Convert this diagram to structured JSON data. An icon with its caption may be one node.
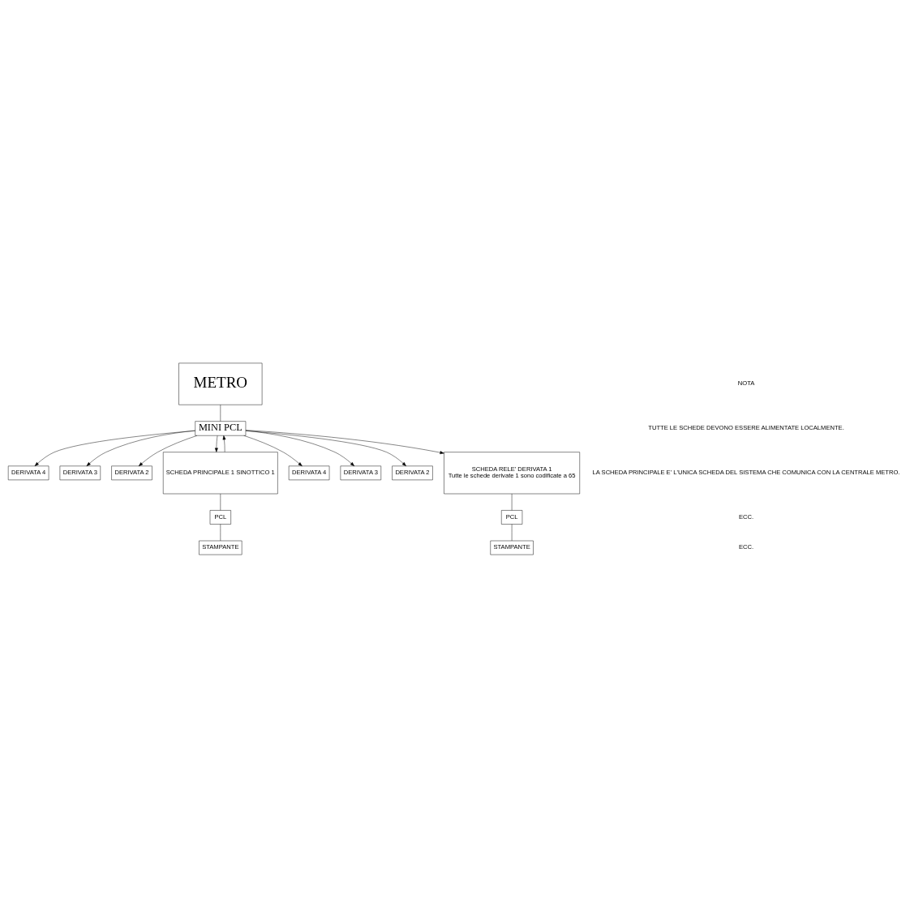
{
  "diagram": {
    "nodes": [
      {
        "text": [
          "METRO"
        ]
      },
      {
        "text": [
          "MINI PCL"
        ]
      },
      {
        "text": [
          "DERIVATA 4"
        ]
      },
      {
        "text": [
          "DERIVATA 3"
        ]
      },
      {
        "text": [
          "DERIVATA 2"
        ]
      },
      {
        "text": [
          "SCHEDA PRINCIPALE 1 SINOTTICO 1"
        ]
      },
      {
        "text": [
          "DERIVATA 4"
        ]
      },
      {
        "text": [
          "DERIVATA 3"
        ]
      },
      {
        "text": [
          "DERIVATA 2"
        ]
      },
      {
        "text": [
          "SCHEDA RELE' DERIVATA 1",
          "Tutte le schede derivate 1 sono codificate a 65"
        ]
      },
      {
        "text": [
          "PCL"
        ]
      },
      {
        "text": [
          "STAMPANTE"
        ]
      },
      {
        "text": [
          "PCL"
        ]
      },
      {
        "text": [
          "STAMPANTE"
        ]
      }
    ],
    "edges": [
      {
        "from": 0,
        "to": 1,
        "arrow": "none"
      },
      {
        "from": 1,
        "to": 2,
        "arrow": "to"
      },
      {
        "from": 1,
        "to": 3,
        "arrow": "to"
      },
      {
        "from": 1,
        "to": 4,
        "arrow": "to"
      },
      {
        "from": 1,
        "to": 5,
        "arrow": "to"
      },
      {
        "from": 1,
        "to": 6,
        "arrow": "to"
      },
      {
        "from": 1,
        "to": 7,
        "arrow": "to"
      },
      {
        "from": 1,
        "to": 8,
        "arrow": "to"
      },
      {
        "from": 1,
        "to": 9,
        "arrow": "to"
      },
      {
        "from": 5,
        "to": 1,
        "arrow": "to"
      },
      {
        "from": 5,
        "to": 10,
        "arrow": "none"
      },
      {
        "from": 10,
        "to": 11,
        "arrow": "none"
      },
      {
        "from": 9,
        "to": 12,
        "arrow": "none"
      },
      {
        "from": 12,
        "to": 13,
        "arrow": "none"
      }
    ],
    "labels": [
      "NOTA",
      "TUTTE LE SCHEDE DEVONO ESSERE ALIMENTATE LOCALMENTE.",
      "LA SCHEDA PRINCIPALE E' L'UNICA SCHEDA DEL SISTEMA CHE COMUNICA CON LA CENTRALE METRO.",
      "ECC.",
      "ECC."
    ]
  }
}
